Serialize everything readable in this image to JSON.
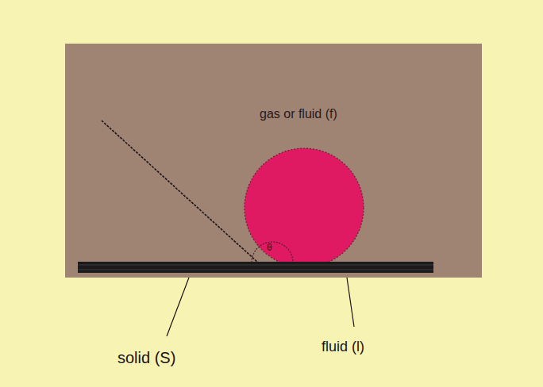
{
  "diagram": {
    "nodes": [
      {
        "text": [
          "gas or fluid (f)"
        ]
      }
    ],
    "labels": [
      "θ",
      "solid (S)",
      "fluid (l)"
    ]
  }
}
